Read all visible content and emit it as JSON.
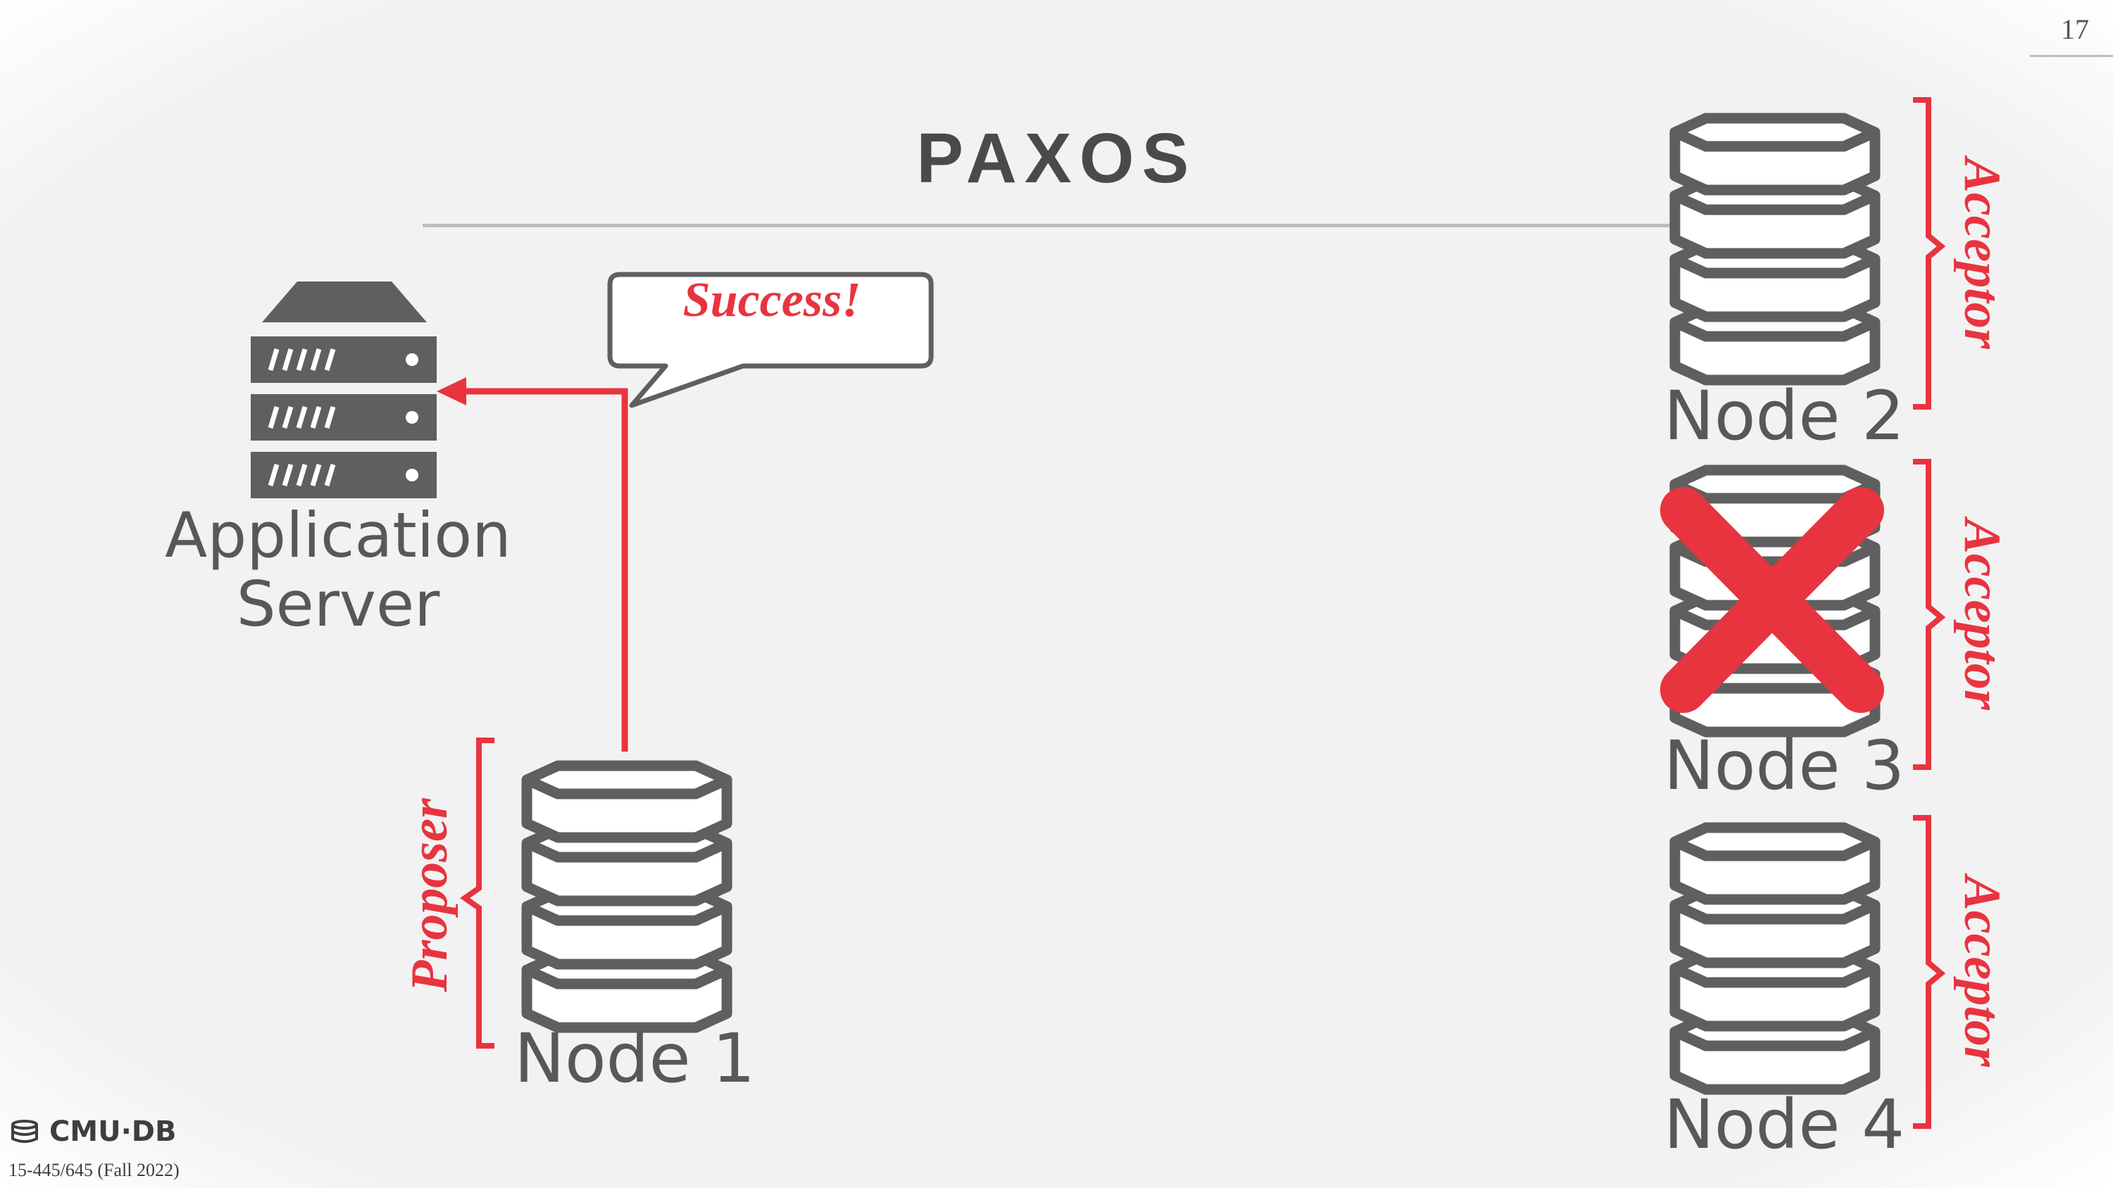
{
  "slide": {
    "title": "PAXOS",
    "page_number": "17",
    "footer_logo": "CMU·DB",
    "footer_course": "15-445/645 (Fall 2022)"
  },
  "application_server": {
    "label_line1": "Application",
    "label_line2": "Server",
    "icon": "server-rack-icon"
  },
  "speech_bubble": {
    "text": "Success!"
  },
  "nodes": [
    {
      "id": "node1",
      "label": "Node 1",
      "role": "Proposer",
      "failed": false,
      "icon": "database-icon"
    },
    {
      "id": "node2",
      "label": "Node 2",
      "role": "Acceptor",
      "failed": false,
      "icon": "database-icon"
    },
    {
      "id": "node3",
      "label": "Node 3",
      "role": "Acceptor",
      "failed": true,
      "icon": "database-icon"
    },
    {
      "id": "node4",
      "label": "Node 4",
      "role": "Acceptor",
      "failed": false,
      "icon": "database-icon"
    }
  ],
  "colors": {
    "accent": "#e8343f",
    "icon_gray": "#5f5f5f",
    "text_gray": "#585858",
    "background": "#f2f2f2"
  }
}
